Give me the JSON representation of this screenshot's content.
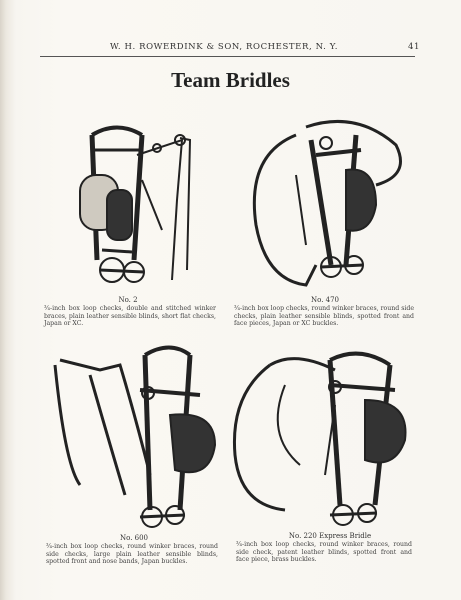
{
  "header": {
    "firm": "W. H. ROWERDINK & SON, ROCHESTER, N. Y.",
    "page_number": "41"
  },
  "title": "Team Bridles",
  "items": [
    {
      "number": "No. 2",
      "caption": "¾-inch box loop checks, double and stitched winker braces, plain leather sensible blinds, short flat checks, Japan or XC."
    },
    {
      "number": "No. 470",
      "caption": "¾-inch box loop checks, round winker braces, round side checks, plain leather sensible blinds, spotted front and face pieces, Japan or XC buckles."
    },
    {
      "number": "No. 600",
      "caption": "¾-inch box loop checks, round winker braces, round side checks, large plain leather sensible blinds, spotted front and nose bands, Japan buckles."
    },
    {
      "number": "No. 220 Express Bridle",
      "caption": "¾-inch box loop checks, round winker braces, round side check, patent leather blinds, spotted front and face piece, brass buckles."
    }
  ]
}
